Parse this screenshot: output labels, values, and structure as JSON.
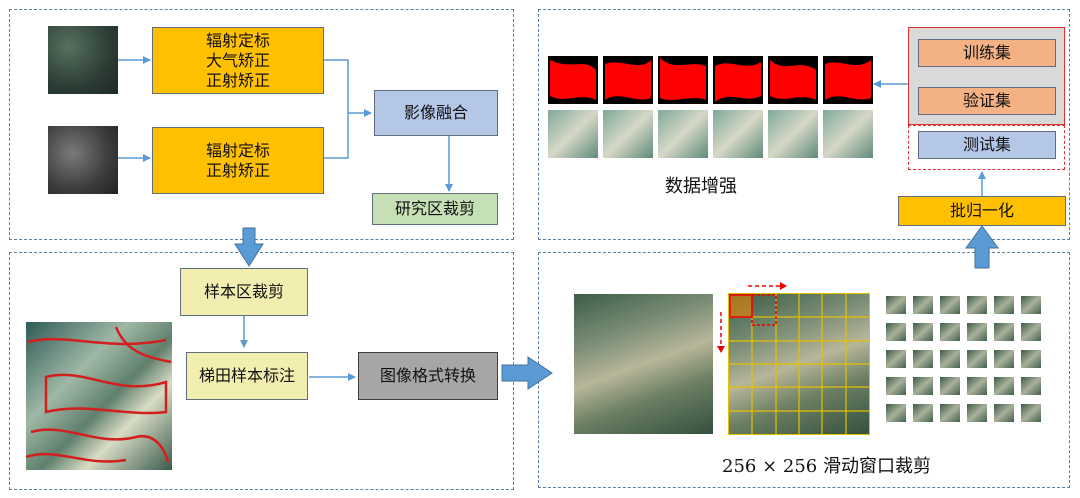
{
  "top_left": {
    "step1": "辐射定标\n大气矫正\n正射矫正",
    "step2": "辐射定标\n正射矫正",
    "fusion": "影像融合",
    "crop": "研究区裁剪"
  },
  "bottom_left": {
    "sample_crop": "样本区裁剪",
    "annotate": "梯田样本标注",
    "convert": "图像格式转换"
  },
  "bottom_right": {
    "caption": "256 × 256 滑动窗口裁剪"
  },
  "top_right": {
    "train": "训练集",
    "val": "验证集",
    "test": "测试集",
    "augment": "数据增强",
    "normalize": "批归一化"
  },
  "colors": {
    "orange": "#ffc000",
    "blue": "#b4c7e7",
    "green": "#c5e0b4",
    "yellow": "#f2eeb0",
    "grey": "#a6a6a6",
    "salmon": "#f4b183",
    "arrow": "#5b9bd5",
    "mask_red": "#ff0000"
  }
}
